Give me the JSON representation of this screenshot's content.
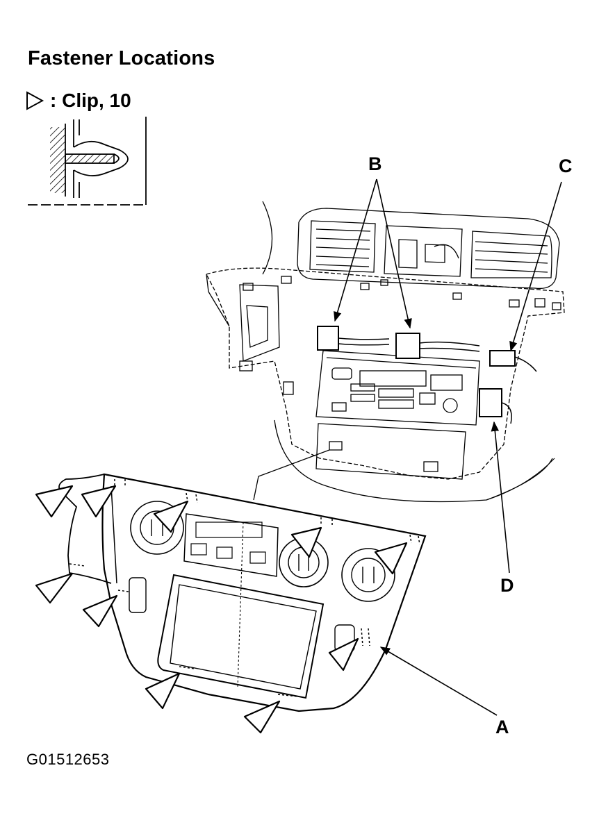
{
  "title": "Fastener Locations",
  "legend": {
    "icon": "clip-triangle-icon",
    "text": ": Clip, 10"
  },
  "callouts": {
    "a": "A",
    "b": "B",
    "c": "C",
    "d": "D"
  },
  "figure_id": "G01512653",
  "colors": {
    "line": "#000000",
    "background": "#ffffff"
  }
}
